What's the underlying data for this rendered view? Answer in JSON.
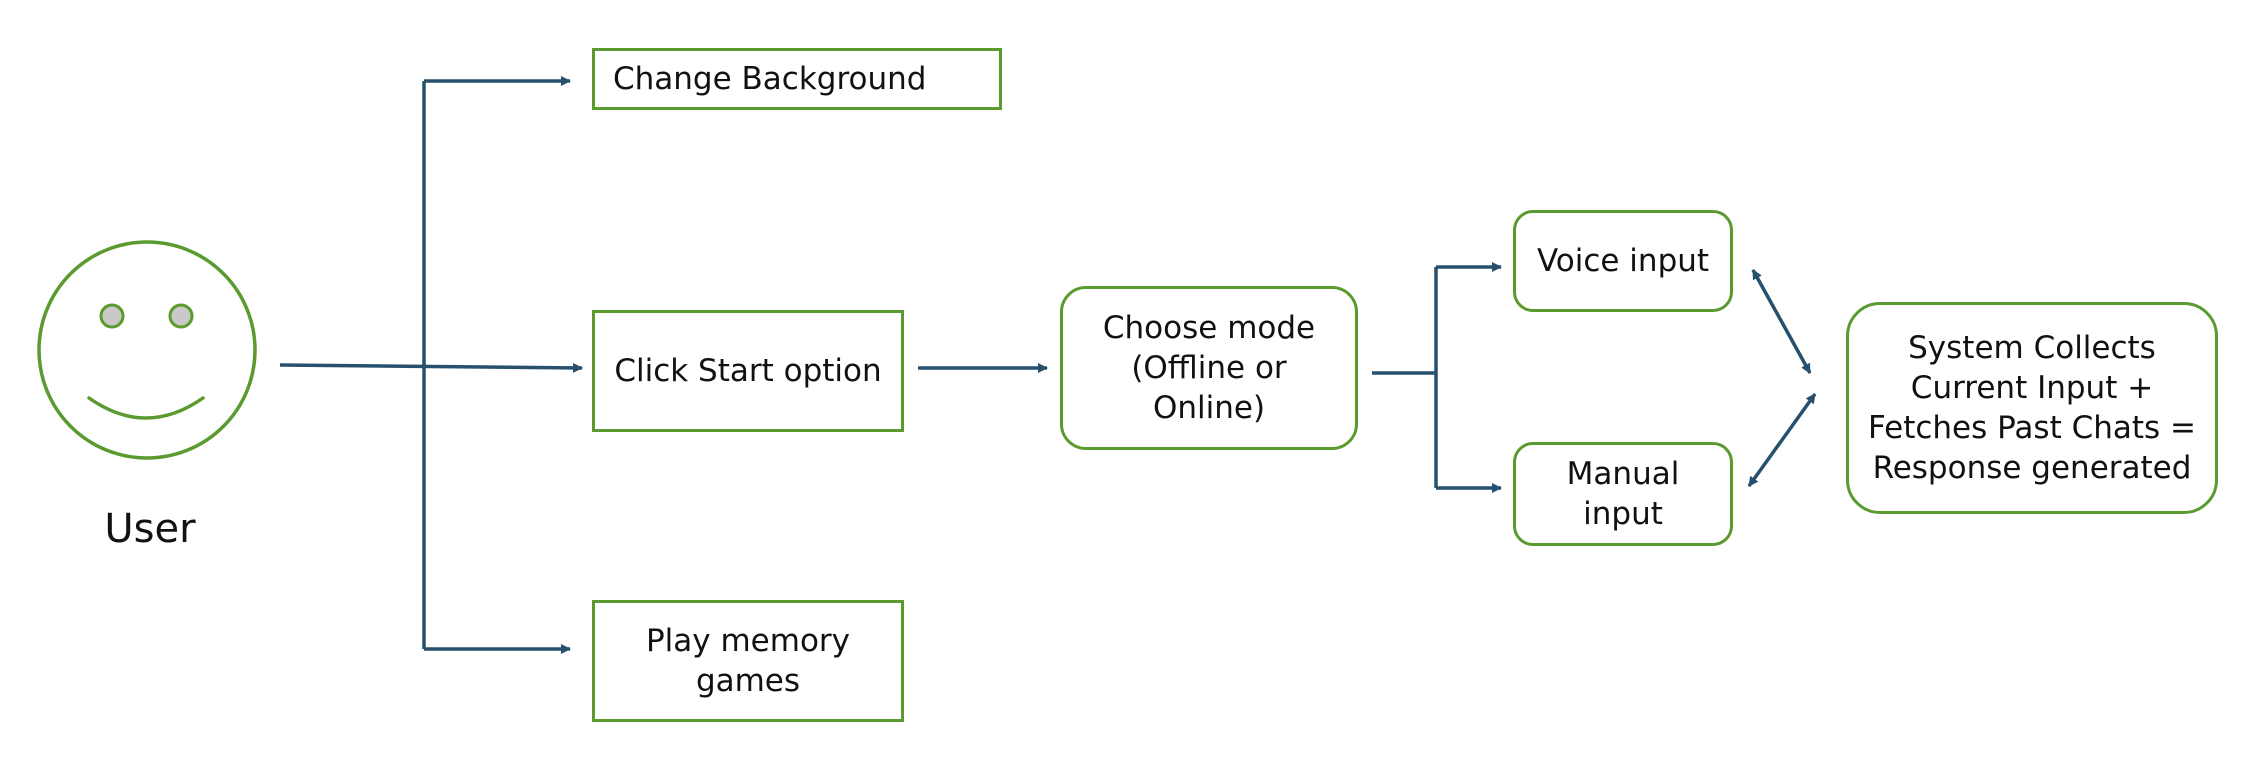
{
  "colors": {
    "connector": "#27506e",
    "node_border": "#5a9a2f",
    "eye_fill": "#c9c9c9"
  },
  "user": {
    "icon": "smiley-face-icon",
    "label": "User"
  },
  "nodes": {
    "change_background": "Change Background",
    "click_start": "Click Start option",
    "play_memory_games": "Play memory\ngames",
    "choose_mode": "Choose mode\n(Offline or\nOnline)",
    "voice_input": "Voice input",
    "manual_input": "Manual\ninput",
    "system_collects": "System Collects\nCurrent Input +\nFetches Past Chats =\nResponse generated"
  }
}
